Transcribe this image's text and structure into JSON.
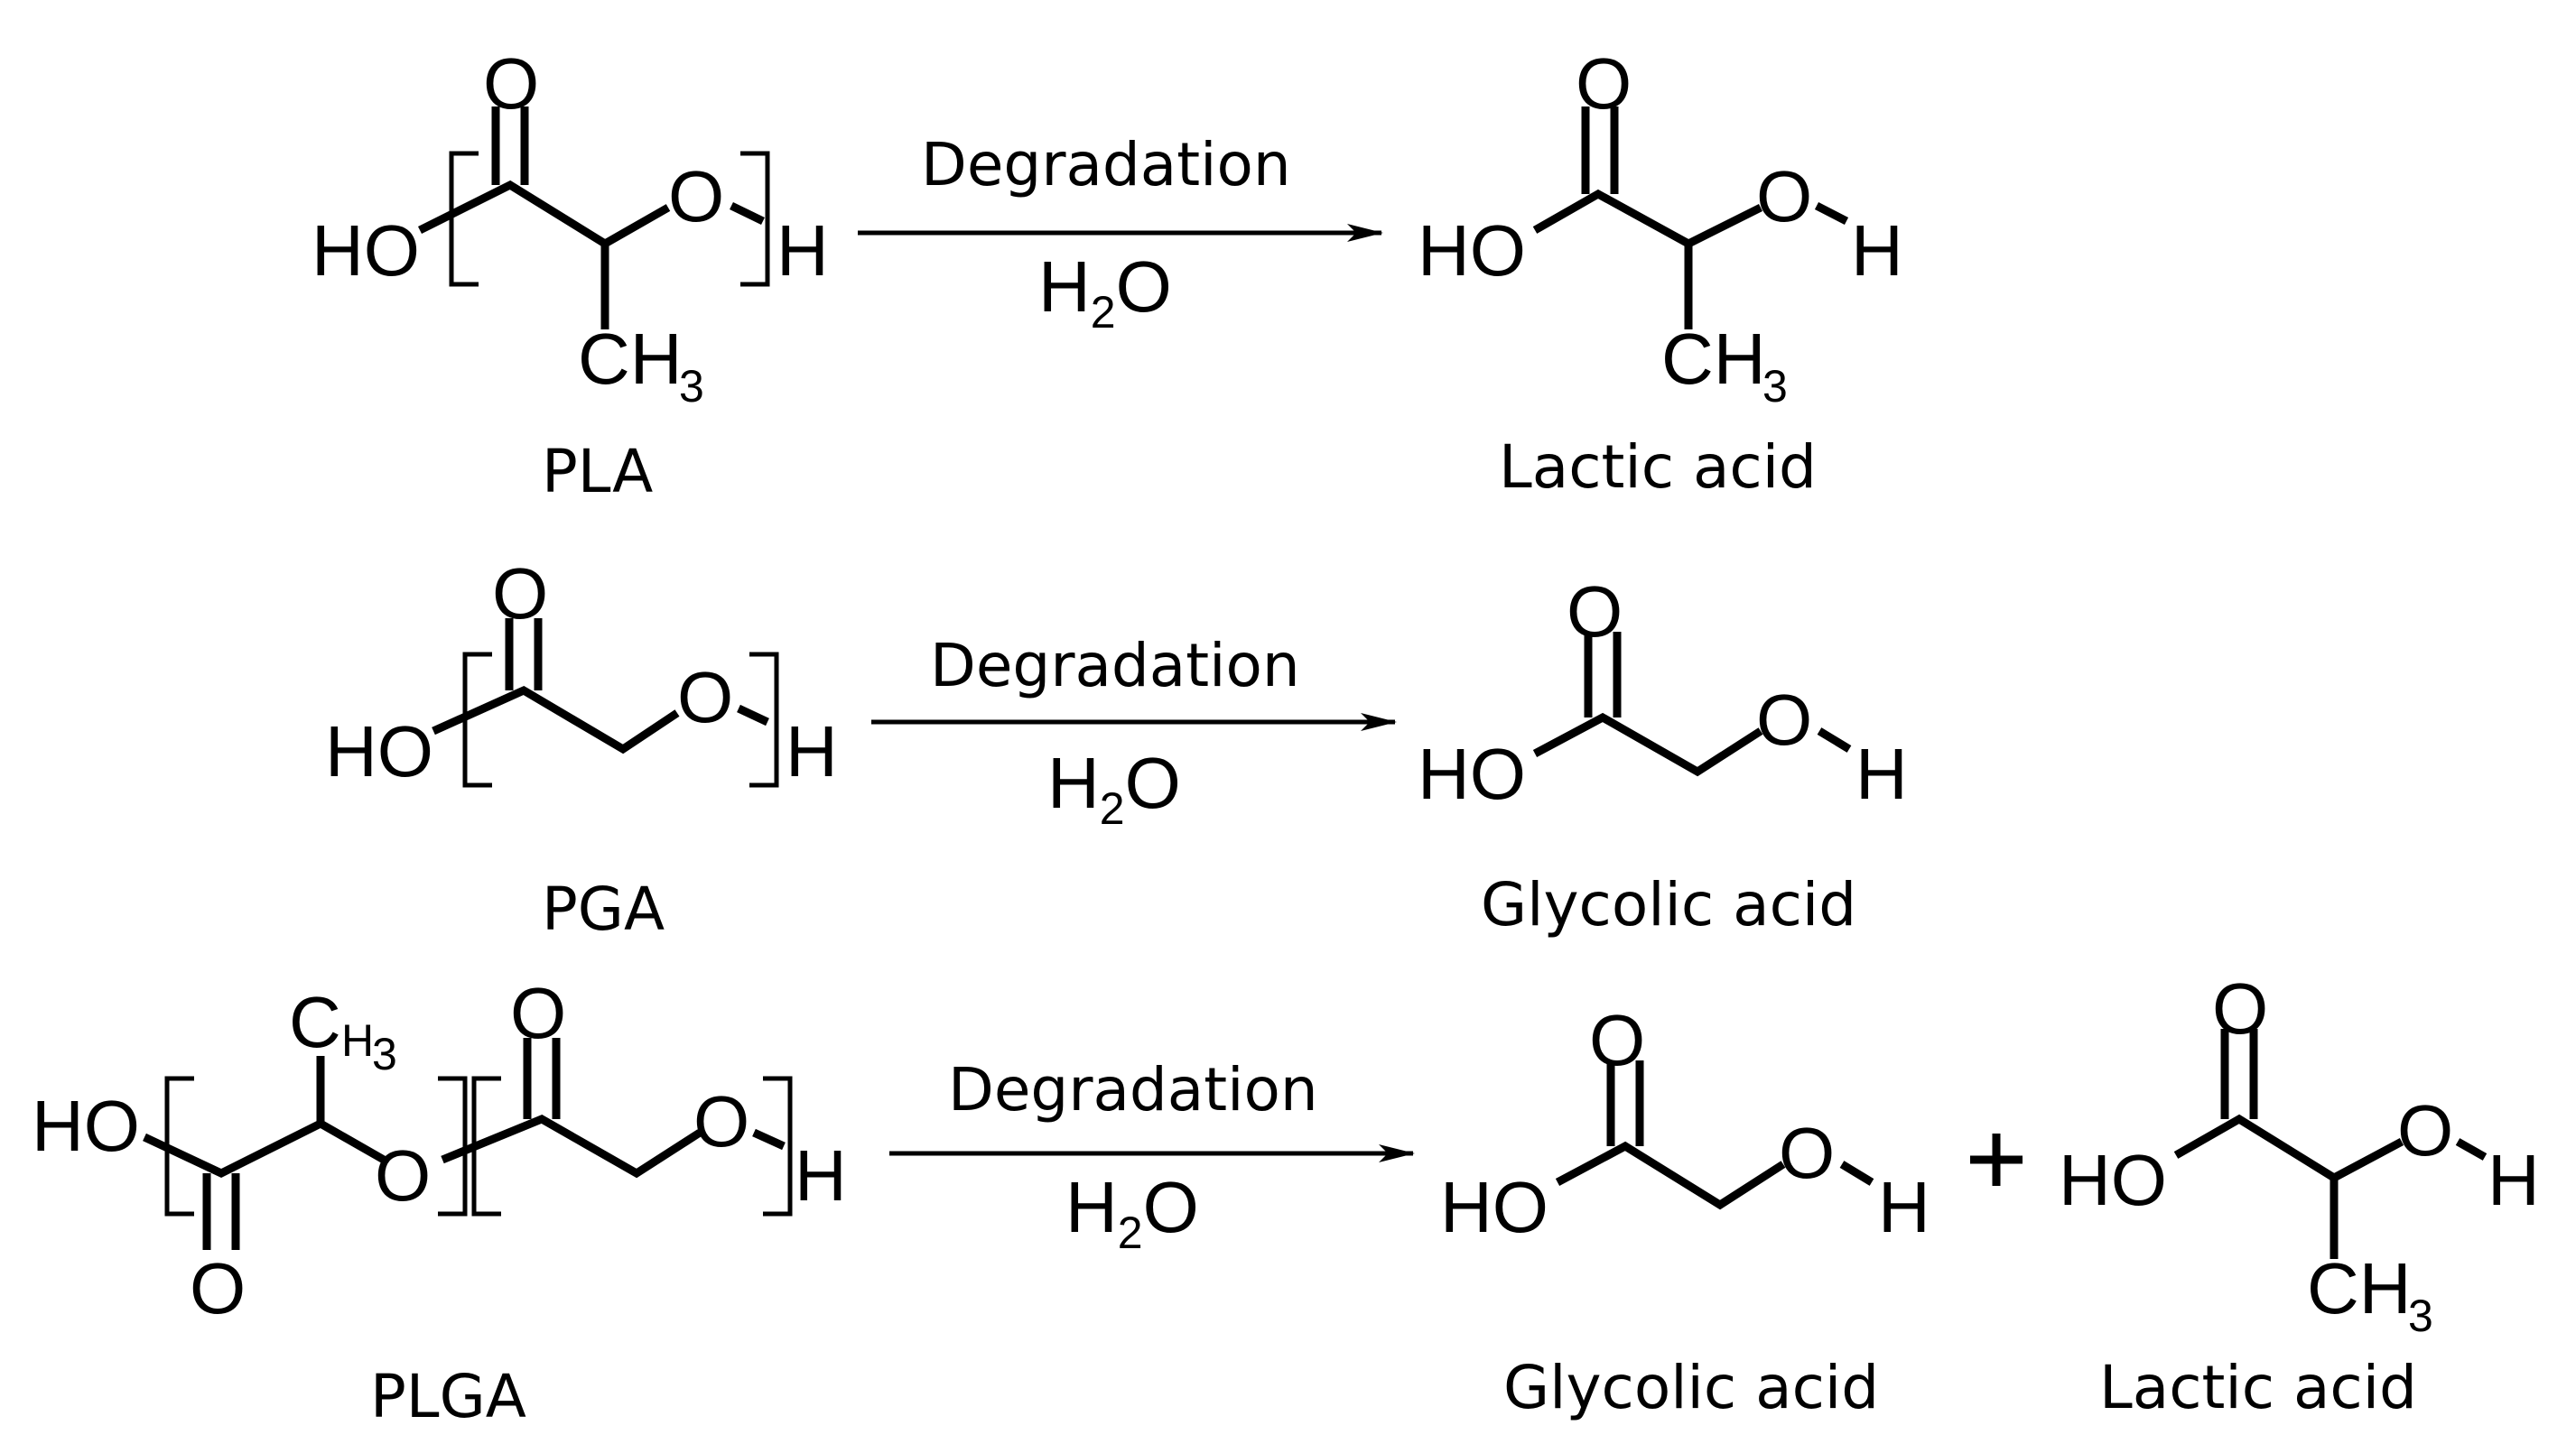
{
  "atoms": {
    "ho": "HO",
    "o": "O",
    "h": "H",
    "ch": "CH",
    "c": "C",
    "h_small": "H",
    "sub3": "3",
    "sub2": "2"
  },
  "reactions": [
    {
      "polymer": "PLA",
      "condition_top": "Degradation",
      "condition_bottom": "H2O",
      "products": [
        "Lactic acid"
      ]
    },
    {
      "polymer": "PGA",
      "condition_top": "Degradation",
      "condition_bottom": "H2O",
      "products": [
        "Glycolic acid"
      ]
    },
    {
      "polymer": "PLGA",
      "condition_top": "Degradation",
      "condition_bottom": "H2O",
      "products": [
        "Glycolic acid",
        "Lactic acid"
      ]
    }
  ],
  "water": {
    "h": "H",
    "sub": "2",
    "o": "O"
  }
}
